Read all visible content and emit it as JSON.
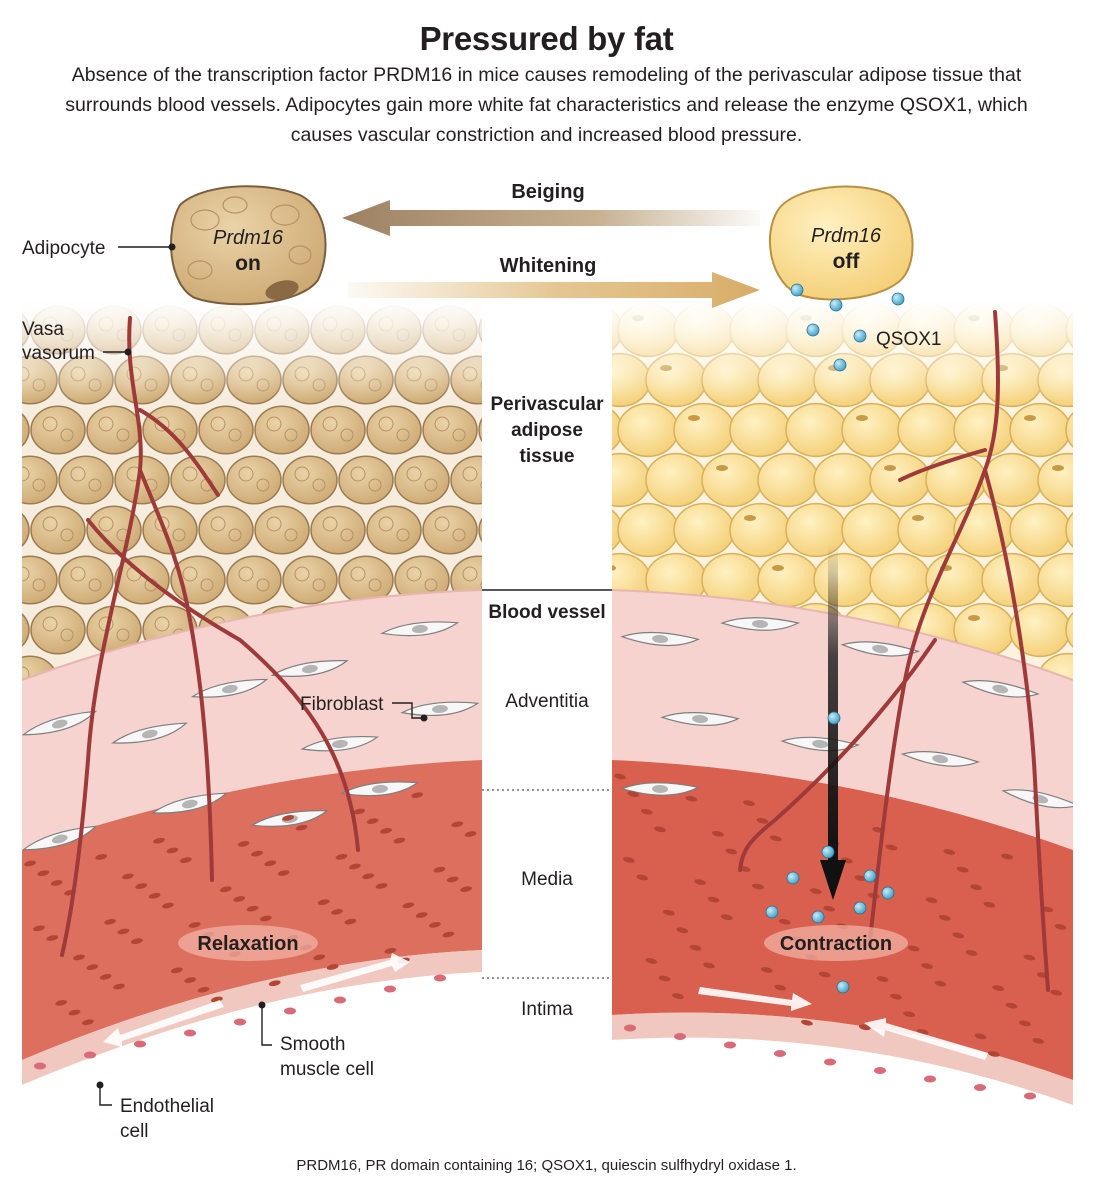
{
  "header": {
    "title": "Pressured by fat",
    "subtitle": "Absence of the transcription factor PRDM16 in mice causes remodeling of the perivascular adipose tissue that surrounds blood vessels. Adipocytes gain more white fat characteristics and release the enzyme QSOX1, which causes vascular constriction and increased blood pressure."
  },
  "process": {
    "beiging": "Beiging",
    "whitening": "Whitening"
  },
  "cells": {
    "left_gene": "Prdm16",
    "left_state": "on",
    "right_gene": "Prdm16",
    "right_state": "off"
  },
  "labels": {
    "adipocyte": "Adipocyte",
    "vasa_1": "Vasa",
    "vasa_2": "vasorum",
    "qsox1": "QSOX1",
    "fibroblast": "Fibroblast",
    "smooth_1": "Smooth",
    "smooth_2": "muscle cell",
    "endo_1": "Endothelial",
    "endo_2": "cell"
  },
  "layers": {
    "pvat_1": "Perivascular",
    "pvat_2": "adipose",
    "pvat_3": "tissue",
    "blood_vessel": "Blood vessel",
    "adventitia": "Adventitia",
    "media": "Media",
    "intima": "Intima"
  },
  "states": {
    "left": "Relaxation",
    "right": "Contraction"
  },
  "footer": "PRDM16, PR domain containing 16; QSOX1, quiescin sulfhydryl oxidase 1.",
  "colors": {
    "beige_fat": "#d8b684",
    "white_fat": "#f6d98a",
    "adventitia": "#f6d3cf",
    "media": "#dd6f5e",
    "intima": "#f0c8c0",
    "vasa_vasorum": "#9e3a3a",
    "qsox1": "#5fb5d6"
  }
}
